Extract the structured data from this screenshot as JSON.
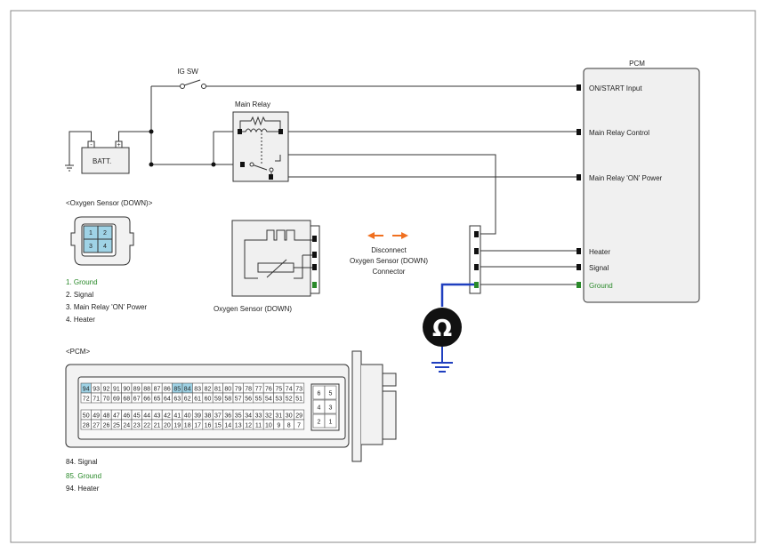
{
  "pcm_title": "PCM",
  "ig_sw": "IG SW",
  "main_relay": "Main Relay",
  "battery": {
    "label": "BATT.",
    "neg": "-",
    "pos": "+"
  },
  "pcm_pins": [
    "ON/START Input",
    "Main Relay Control",
    "Main Relay 'ON' Power",
    "Heater",
    "Signal",
    "Ground"
  ],
  "sensor_label": "Oxygen Sensor (DOWN)",
  "disconnect": [
    "Disconnect",
    "Oxygen Sensor (DOWN)",
    "Connector"
  ],
  "ohm_symbol": "Ω",
  "o2_connector": {
    "title": "<Oxygen Sensor (DOWN)>",
    "pins": [
      "1",
      "2",
      "3",
      "4"
    ],
    "legend": [
      "1. Ground",
      "2. Signal",
      "3.   Main Relay 'ON' Power",
      "4.   Heater"
    ]
  },
  "pcm_connector": {
    "title": "<PCM>",
    "row1": [
      "94",
      "93",
      "92",
      "91",
      "90",
      "89",
      "88",
      "87",
      "86",
      "85",
      "84",
      "83",
      "82",
      "81",
      "80",
      "79",
      "78",
      "77",
      "76",
      "75",
      "74",
      "73"
    ],
    "row2": [
      "72",
      "71",
      "70",
      "69",
      "68",
      "67",
      "66",
      "65",
      "64",
      "63",
      "62",
      "61",
      "60",
      "59",
      "58",
      "57",
      "56",
      "55",
      "54",
      "53",
      "52",
      "51"
    ],
    "row3": [
      "50",
      "49",
      "48",
      "47",
      "46",
      "45",
      "44",
      "43",
      "42",
      "41",
      "40",
      "39",
      "38",
      "37",
      "36",
      "35",
      "34",
      "33",
      "32",
      "31",
      "30",
      "29"
    ],
    "row4": [
      "28",
      "27",
      "26",
      "25",
      "24",
      "23",
      "22",
      "21",
      "20",
      "19",
      "18",
      "17",
      "16",
      "15",
      "14",
      "13",
      "12",
      "11",
      "10",
      "9",
      "8",
      "7"
    ],
    "highlighted": [
      "94",
      "85",
      "84"
    ],
    "right_block": [
      "6",
      "5",
      "4",
      "3",
      "2",
      "1"
    ],
    "legend": [
      "84.    Signal",
      "85. Ground",
      "94.    Heater"
    ]
  },
  "colors": {
    "ground": "#2a8a2a",
    "probe": "#1f3fbf",
    "arrow": "#f07020",
    "pin_highlight": "#9fd3e6"
  }
}
